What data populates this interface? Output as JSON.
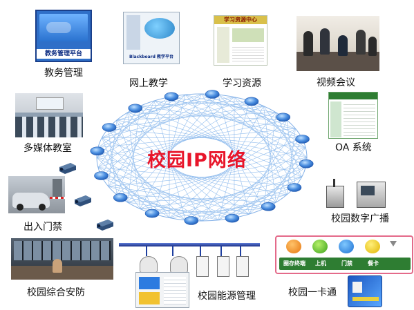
{
  "center_title": "校园IP网络",
  "labels": {
    "jiaowu": "教务管理",
    "wangshang": "网上教学",
    "xuexi": "学习资源",
    "shipin": "视频会议",
    "duomeiti": "多媒体教室",
    "oa": "OA 系统",
    "churu": "出入门禁",
    "guangbo": "校园数字广播",
    "anfang": "校园综合安防",
    "nengyuan": "校园能源管理",
    "yikatong": "校园一卡通"
  },
  "thumb_text": {
    "jiaowu_platform": "教务管理平台",
    "bb_platform": "Blackboard 教学平台",
    "xuexi_header": "学习资源中心",
    "card_items": [
      "圈存终端",
      "上机",
      "门禁",
      "餐卡"
    ]
  },
  "colors": {
    "title_red": "#e8152a",
    "net_blue": "#6fa8e8",
    "node_blue": "#3d7fd6",
    "bus_blue": "#1f3f9f"
  }
}
